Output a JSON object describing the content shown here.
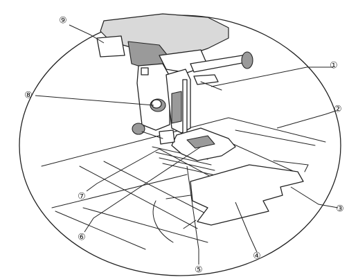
{
  "callouts": [
    {
      "id": "c1",
      "label": "①"
    },
    {
      "id": "c2",
      "label": "②"
    },
    {
      "id": "c3",
      "label": "③"
    },
    {
      "id": "c4",
      "label": "④"
    },
    {
      "id": "c5",
      "label": "⑤"
    },
    {
      "id": "c6",
      "label": "⑥"
    },
    {
      "id": "c7",
      "label": "⑦"
    },
    {
      "id": "c8",
      "label": "⑧"
    },
    {
      "id": "c9",
      "label": "⑨"
    }
  ]
}
